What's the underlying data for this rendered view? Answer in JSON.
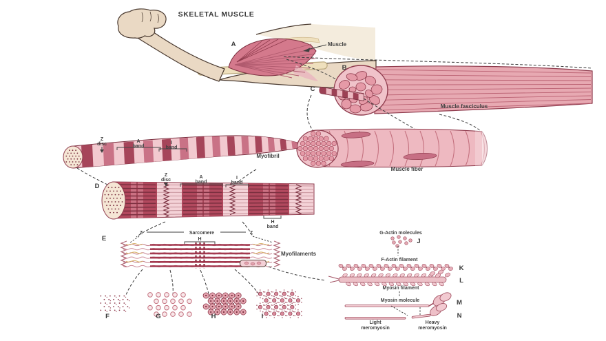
{
  "title": "SKELETAL MUSCLE",
  "letters": {
    "a": "A",
    "b": "B",
    "c": "C",
    "d": "D",
    "e": "E",
    "f": "F",
    "g": "G",
    "h": "H",
    "i": "I",
    "j": "J",
    "k": "K",
    "l": "L",
    "m": "M",
    "n": "N"
  },
  "labels": {
    "muscle": "Muscle",
    "muscle_fasciculus": "Muscle fasciculus",
    "muscle_fiber": "Muscle fiber",
    "myofibril": "Myofibril",
    "z": "Z",
    "disc": "disc",
    "a": "A",
    "i": "I",
    "h": "H",
    "band": "band",
    "sarcomere": "Sarcomere",
    "myofilaments": "Myofilaments",
    "g_actin_molecules": "G-Actin molecules",
    "f_actin_filament": "F-Actin filament",
    "myosin_filament": "Myosin filament",
    "myosin_molecule": "Myosin molecule",
    "light": "Light",
    "heavy": "Heavy",
    "meromyosin": "meromyosin"
  },
  "colors": {
    "background": "#ffffff",
    "outline_maroon": "#8e3a4c",
    "muscle_dark": "#a6455a",
    "muscle_mid": "#e7a9b2",
    "muscle_light": "#f2cbd1",
    "skin": "#ead9c4",
    "bone": "#efe0bd",
    "actin_yellow": "#d9b36a",
    "label_text": "#3f3f3f"
  }
}
